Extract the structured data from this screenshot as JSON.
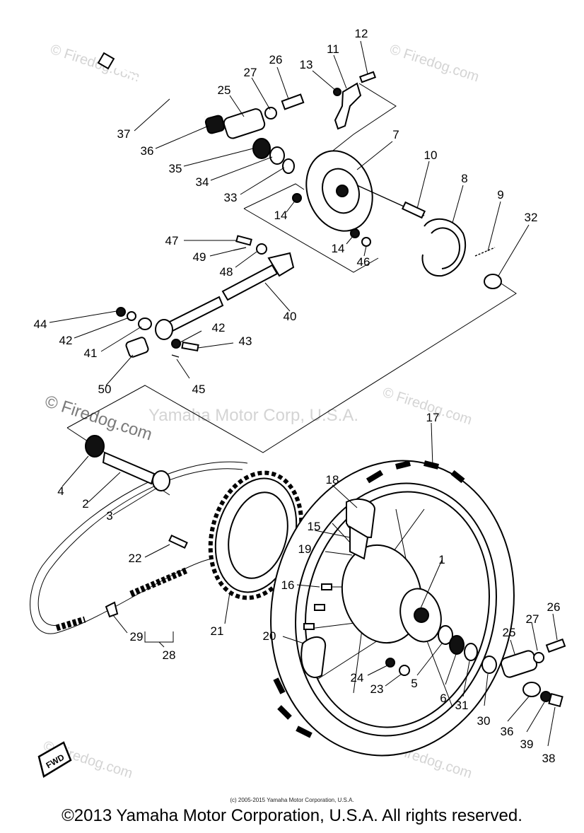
{
  "watermarks": {
    "firedog": "© Firedog.com",
    "yamaha": "Yamaha Motor Corp, U.S.A."
  },
  "fwd_label": "FWD",
  "callouts": {
    "c1": "1",
    "c2": "2",
    "c3": "3",
    "c4": "4",
    "c5": "5",
    "c6": "6",
    "c7": "7",
    "c8": "8",
    "c9": "9",
    "c10": "10",
    "c11": "11",
    "c12": "12",
    "c13": "13",
    "c14a": "14",
    "c14b": "14",
    "c15": "15",
    "c16": "16",
    "c17": "17",
    "c18": "18",
    "c19": "19",
    "c20": "20",
    "c21": "21",
    "c22": "22",
    "c23": "23",
    "c24": "24",
    "c25a": "25",
    "c25b": "25",
    "c26a": "26",
    "c26b": "26",
    "c27a": "27",
    "c27b": "27",
    "c28": "28",
    "c29": "29",
    "c30": "30",
    "c31": "31",
    "c32": "32",
    "c33": "33",
    "c34": "34",
    "c35": "35",
    "c36a": "36",
    "c36b": "36",
    "c37": "37",
    "c38": "38",
    "c39": "39",
    "c40": "40",
    "c41": "41",
    "c42a": "42",
    "c42b": "42",
    "c43": "43",
    "c44": "44",
    "c45": "45",
    "c46": "46",
    "c47": "47",
    "c48": "48",
    "c49": "49",
    "c50": "50"
  },
  "small_credit": "(c) 2005-2015 Yamaha Motor Corporation, U.S.A.",
  "copyright": "©2013 Yamaha Motor Corporation, U.S.A. All rights reserved."
}
